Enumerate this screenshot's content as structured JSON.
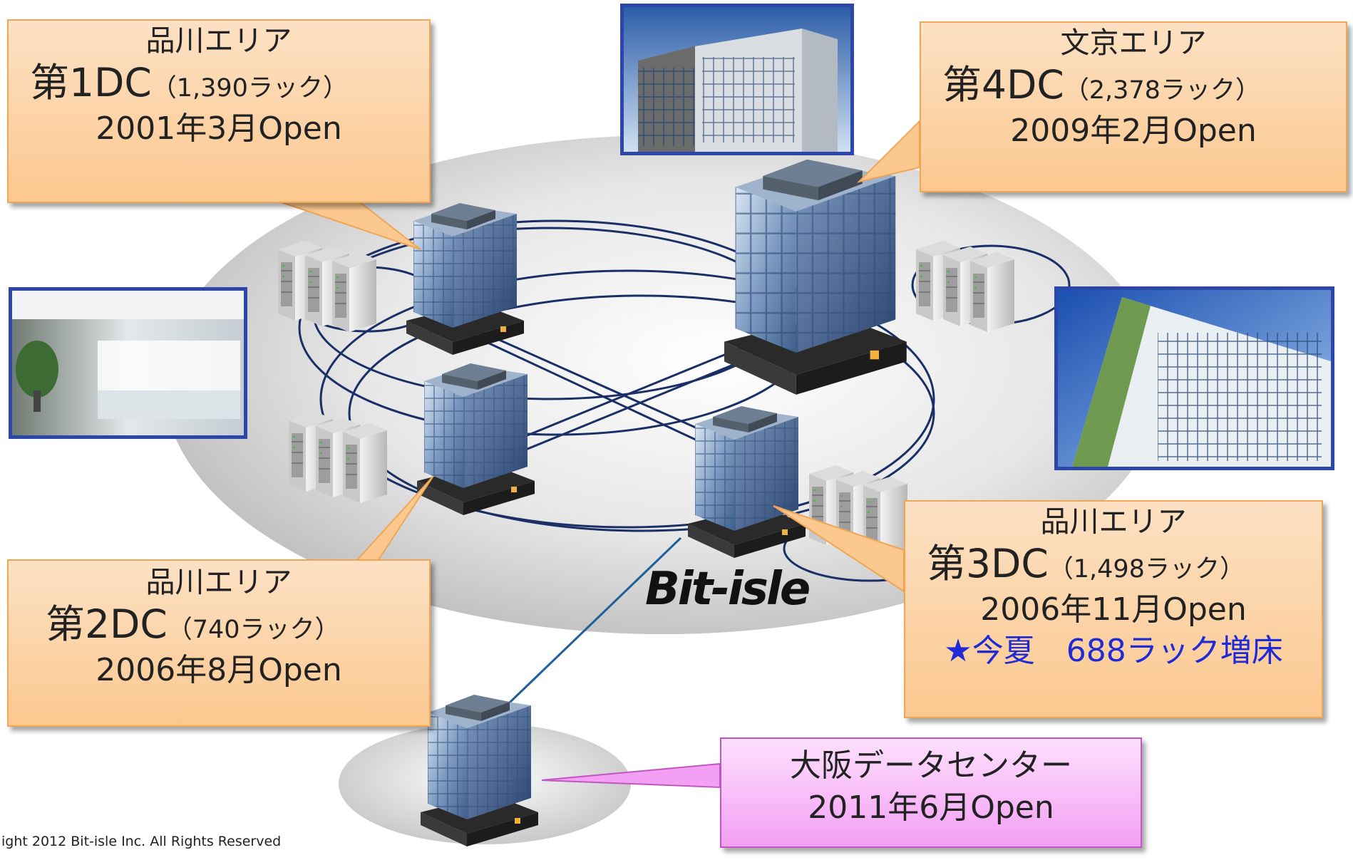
{
  "callouts": {
    "dc1": {
      "area": "品川エリア",
      "name": "第1DC",
      "racks": "（1,390ラック）",
      "open": "2001年3月Open"
    },
    "dc4": {
      "area": "文京エリア",
      "name": "第4DC",
      "racks": "（2,378ラック）",
      "open": "2009年2月Open"
    },
    "dc2": {
      "area": "品川エリア",
      "name": "第2DC",
      "racks": "（740ラック）",
      "open": "2006年8月Open"
    },
    "dc3": {
      "area": "品川エリア",
      "name": "第3DC",
      "racks": "（1,498ラック）",
      "open": "2006年11月Open",
      "plan": "★今夏　688ラック増床"
    },
    "osaka": {
      "name": "大阪データセンター",
      "open": "2011年6月Open"
    }
  },
  "logo": "Bit-isle",
  "copyright": "ight 2012 Bit-isle Inc. All Rights Reserved",
  "colors": {
    "callout_orange": "#fbc88f",
    "callout_pink": "#f39ff3",
    "photo_border": "#2c47a8",
    "network_line": "#1a2f66",
    "osaka_link": "#1d5f9a",
    "plan_text": "#1f2bd6"
  },
  "icons": [
    "building-icon",
    "server-rack-icon"
  ]
}
